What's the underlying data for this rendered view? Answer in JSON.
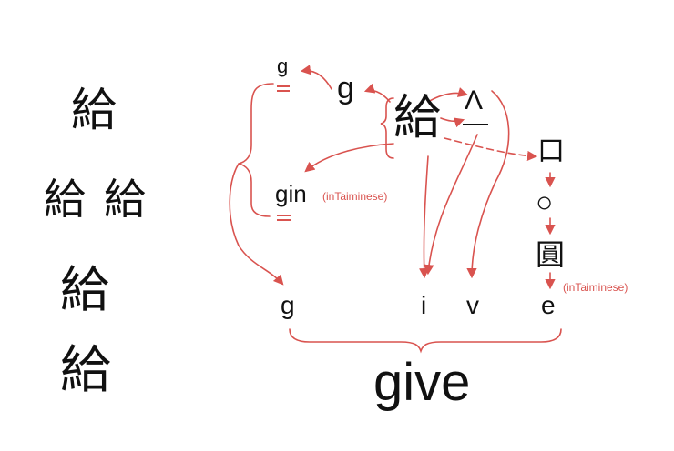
{
  "left_glyphs": [
    "給",
    "給",
    "給",
    "給",
    "給"
  ],
  "top_letter_small": "g",
  "top_letter": "g",
  "center_glyph": "給",
  "hat_symbol": "Λ",
  "mouth_glyph": "口",
  "circle_symbol": "○",
  "round_glyph": "圓",
  "gin": "gin",
  "gin_note": "(inTaiminese)",
  "e_note": "(inTaiminese)",
  "bottom_letters": [
    "g",
    "i",
    "v",
    "e"
  ],
  "word": "give",
  "colors": {
    "ink": "#111111",
    "accent": "#d9534f"
  }
}
